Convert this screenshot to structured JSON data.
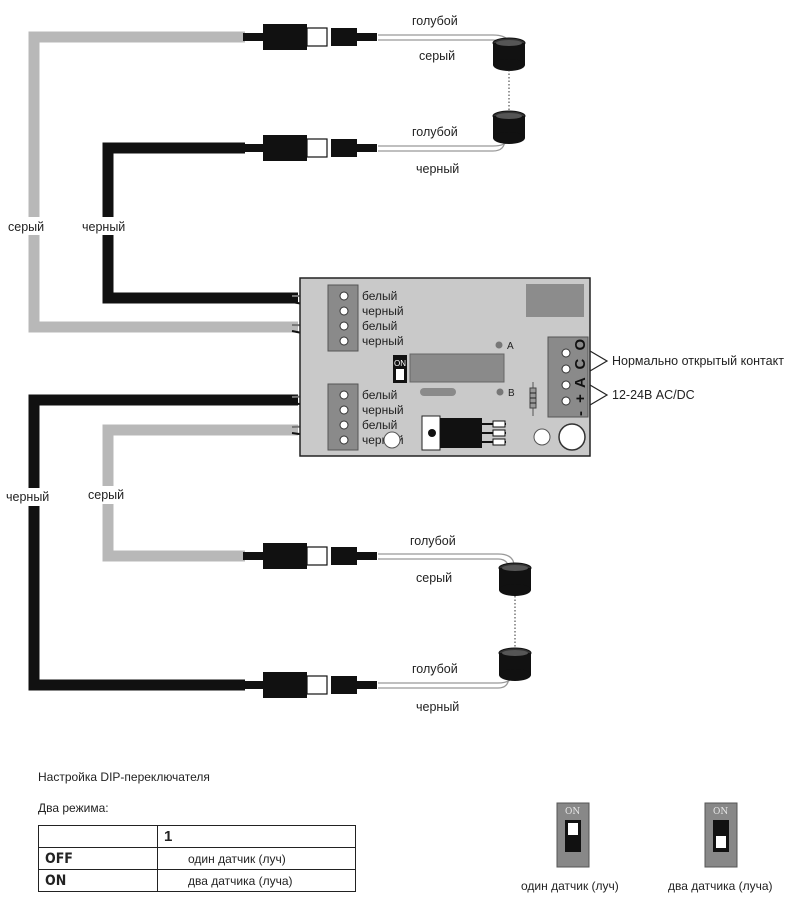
{
  "wires": {
    "top1_wire_upper": "голубой",
    "top1_wire_lower": "серый",
    "top2_wire_upper": "голубой",
    "top2_wire_lower": "черный",
    "bottom1_wire_upper": "голубой",
    "bottom1_wire_lower": "серый",
    "bottom2_wire_upper": "голубой",
    "bottom2_wire_lower": "черный",
    "side_grey_top": "серый",
    "side_black_top": "черный",
    "side_black_bottom": "черный",
    "side_grey_bottom": "серый"
  },
  "board": {
    "terminals_top": [
      "белый",
      "черный",
      "белый",
      "черный"
    ],
    "terminals_bottom": [
      "белый",
      "черный",
      "белый",
      "черный"
    ],
    "switch_label": "ON",
    "led_a": "A",
    "led_b": "B",
    "contact_letters": "A C O",
    "power_letters": "- +"
  },
  "callouts": {
    "no_contact": "Нормально открытый контакт",
    "power": "12-24В AC/DC"
  },
  "dip": {
    "title": "Настройка DIP-переключателя",
    "subtitle": "Два режима:",
    "table": {
      "header": [
        "",
        "1"
      ],
      "rows": [
        {
          "mode": "OFF",
          "desc": "один датчик (луч)"
        },
        {
          "mode": "ON",
          "desc": "два датчика (луча)"
        }
      ]
    },
    "switch_top_label": "ON",
    "caption_off": "один датчик (луч)",
    "caption_on": "два датчика (луча)"
  },
  "colors": {
    "grey_wire": "#b8b8b8",
    "black_wire": "#111111",
    "pcb": "#c9c9c9",
    "terminal_block": "#8a8a8a"
  }
}
